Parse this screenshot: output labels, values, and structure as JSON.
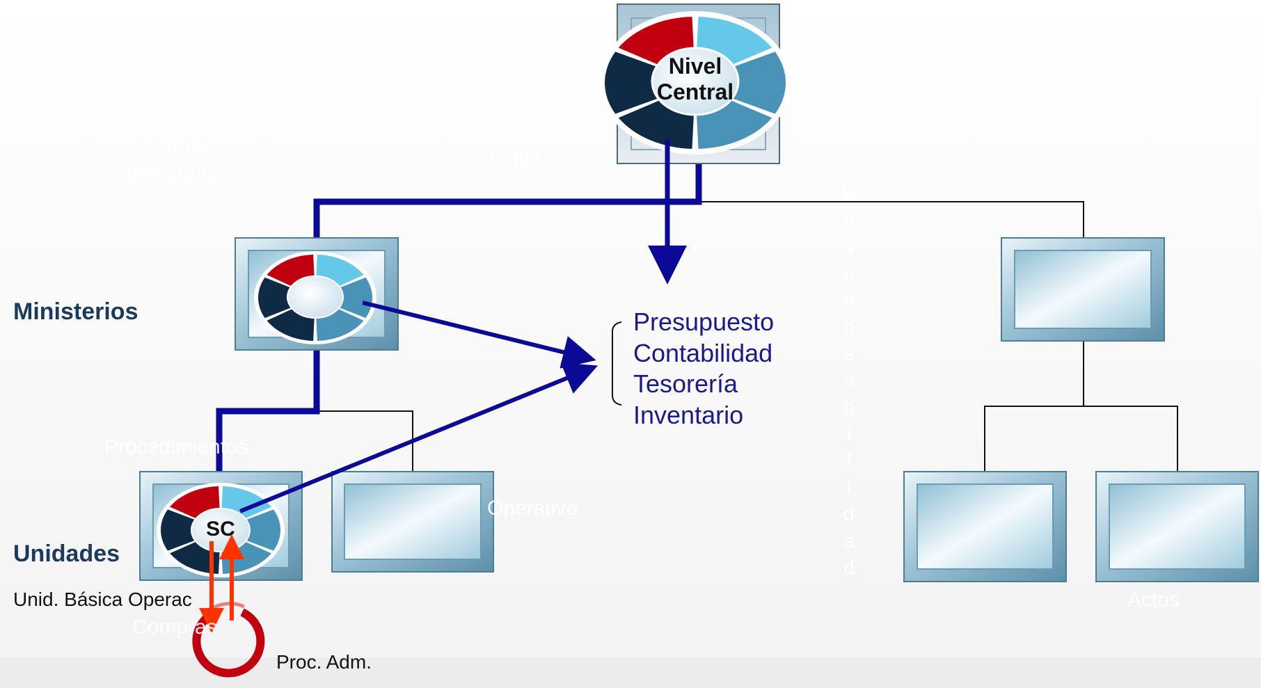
{
  "colors": {
    "dark_blue_line": "#0a0a96",
    "red_arrow": "#ff3300",
    "red_segment": "#c0000f",
    "light_blue_segment": "#66c8e8",
    "navy_segment": "#0e2a44",
    "mid_blue_segment": "#4a93b8"
  },
  "central": {
    "line1": "Nivel",
    "line2": "Central"
  },
  "levels": {
    "ministerios": "Ministerios",
    "unidades": "Unidades"
  },
  "unidad_hub": {
    "label": "SC"
  },
  "sidebar_labels": {
    "unid_basica": "Unid. Básica Operac",
    "proc_adm": "Proc. Adm."
  },
  "systems": [
    "Presupuesto",
    "Contabilidad",
    "Tesorería",
    "Inventario"
  ],
  "faint_labels": {
    "normas": "Normas",
    "generales": "Generales",
    "legal": "Legal",
    "procedimientos": "Procedimientos",
    "operativo": "Operativo",
    "compras": "Compras",
    "actos": "Actos",
    "responsabilidad": [
      "R",
      "e",
      "s",
      "p",
      "o",
      "n",
      "s",
      "a",
      "b",
      "i",
      "l",
      "i",
      "d",
      "a",
      "d"
    ]
  }
}
